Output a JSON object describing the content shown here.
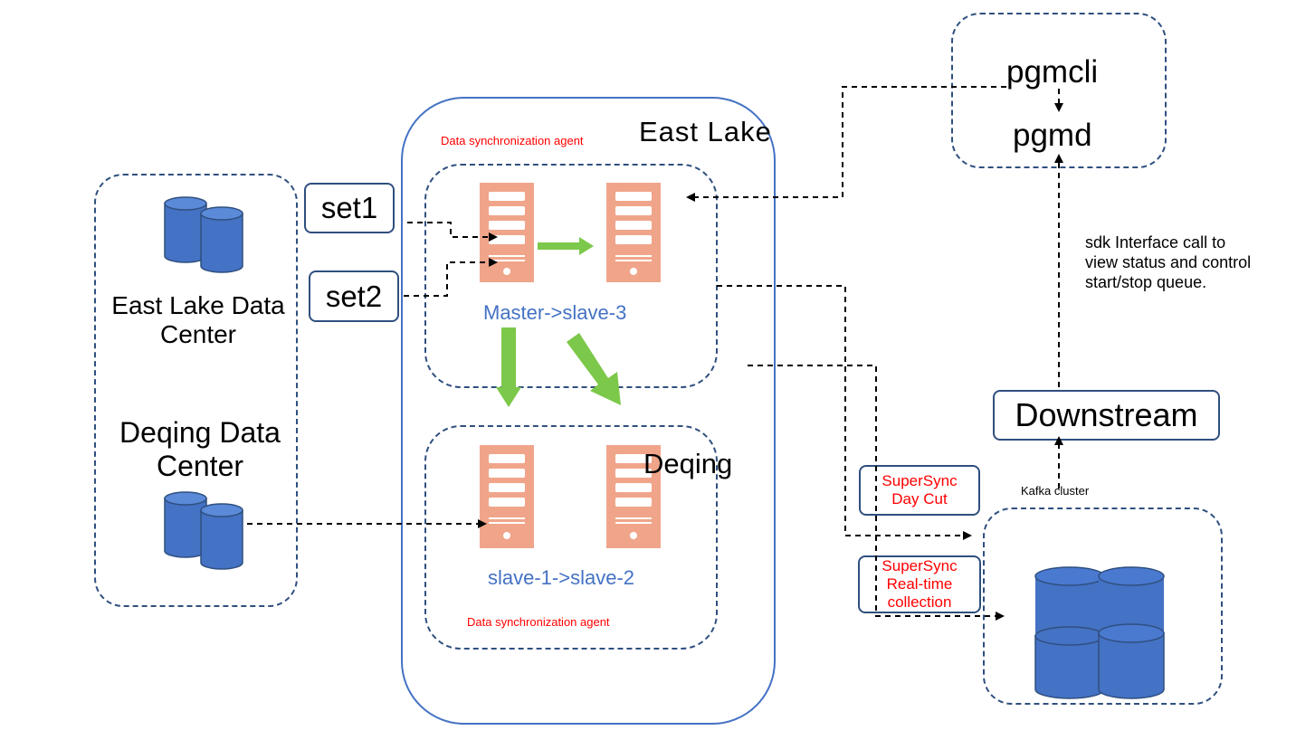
{
  "left_panel": {
    "east_lake_dc_line1": "East Lake Data",
    "east_lake_dc_line2": "Center",
    "deqing_dc_line1": "Deqing Data",
    "deqing_dc_line2": "Center"
  },
  "sets": {
    "set1": "set1",
    "set2": "set2"
  },
  "east_lake": {
    "title": "East Lake",
    "agent_top": "Data synchronization agent",
    "master_group_label": "Master->slave-3",
    "deqing_title": "Deqing",
    "slave_group_label": "slave-1->slave-2",
    "agent_bottom": "Data synchronization agent"
  },
  "pgm": {
    "pgmcli": "pgmcli",
    "pgmd": "pgmd"
  },
  "sdk_note": {
    "line1": "sdk Interface call to",
    "line2": "view status and control",
    "line3": "start/stop queue."
  },
  "downstream": "Downstream",
  "kafka_label": "Kafka cluster",
  "supersync_daycut": {
    "line1": "SuperSync",
    "line2": "Day Cut"
  },
  "supersync_realtime": {
    "line1": "SuperSync",
    "line2": "Real-time",
    "line3": "collection"
  },
  "colors": {
    "db_blue": "#4472c4",
    "server_salmon": "#f0a58a",
    "arrow_green": "#7cc84a",
    "border_navy": "#2f4f7f",
    "label_red": "#ff0000"
  }
}
